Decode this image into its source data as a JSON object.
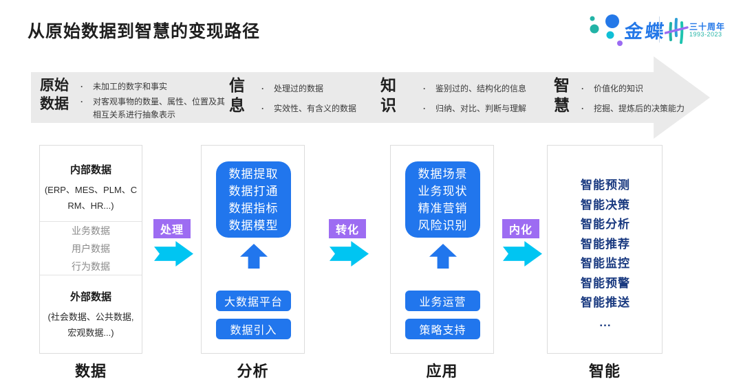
{
  "page": {
    "title": "从原始数据到智慧的变现路径"
  },
  "logo": {
    "brand": "金蝶",
    "anniversary": "三十周年",
    "years": "1993-2023"
  },
  "banner": {
    "stages": [
      {
        "heading": "原始数据",
        "bullets": [
          "未加工的数字和事实",
          "对客观事物的数量、属性、位置及其相互关系进行抽象表示"
        ]
      },
      {
        "heading": "信息",
        "bullets": [
          "处理过的数据",
          "实效性、有含义的数据"
        ]
      },
      {
        "heading": "知识",
        "bullets": [
          "鉴别过的、结构化的信息",
          "归纳、对比、判断与理解"
        ]
      },
      {
        "heading": "智慧",
        "bullets": [
          "价值化的知识",
          "挖掘、提炼后的决策能力"
        ]
      }
    ]
  },
  "data_column": {
    "label": "数据",
    "internal": {
      "title": "内部数据",
      "subtitle": "(ERP、MES、PLM、CRM、HR...)"
    },
    "middle_items": [
      "业务数据",
      "用户数据",
      "行为数据"
    ],
    "external": {
      "title": "外部数据",
      "subtitle": "(社会数据、公共数据, 宏观数据...)"
    }
  },
  "analysis_column": {
    "label": "分析",
    "big_box_lines": [
      "数据提取",
      "数据打通",
      "数据指标",
      "数据模型"
    ],
    "buttons": [
      "大数据平台",
      "数据引入"
    ]
  },
  "application_column": {
    "label": "应用",
    "big_box_lines": [
      "数据场景",
      "业务现状",
      "精准营销",
      "风险识别"
    ],
    "buttons": [
      "业务运营",
      "策略支持"
    ]
  },
  "intelligence_column": {
    "label": "智能",
    "items": [
      "智能预测",
      "智能决策",
      "智能分析",
      "智能推荐",
      "智能监控",
      "智能预警",
      "智能推送",
      "..."
    ]
  },
  "connectors": [
    {
      "label": "处理"
    },
    {
      "label": "转化"
    },
    {
      "label": "内化"
    }
  ],
  "colors": {
    "accent_blue": "#2176ED",
    "navy_text": "#1A3A80",
    "purple": "#9D6CF2",
    "cyan": "#00C5F2",
    "banner_gray": "#EAEAEA",
    "brand_blue": "#2478E8",
    "brand_teal": "#22B3A6",
    "brand_purple": "#9B6BF2"
  }
}
